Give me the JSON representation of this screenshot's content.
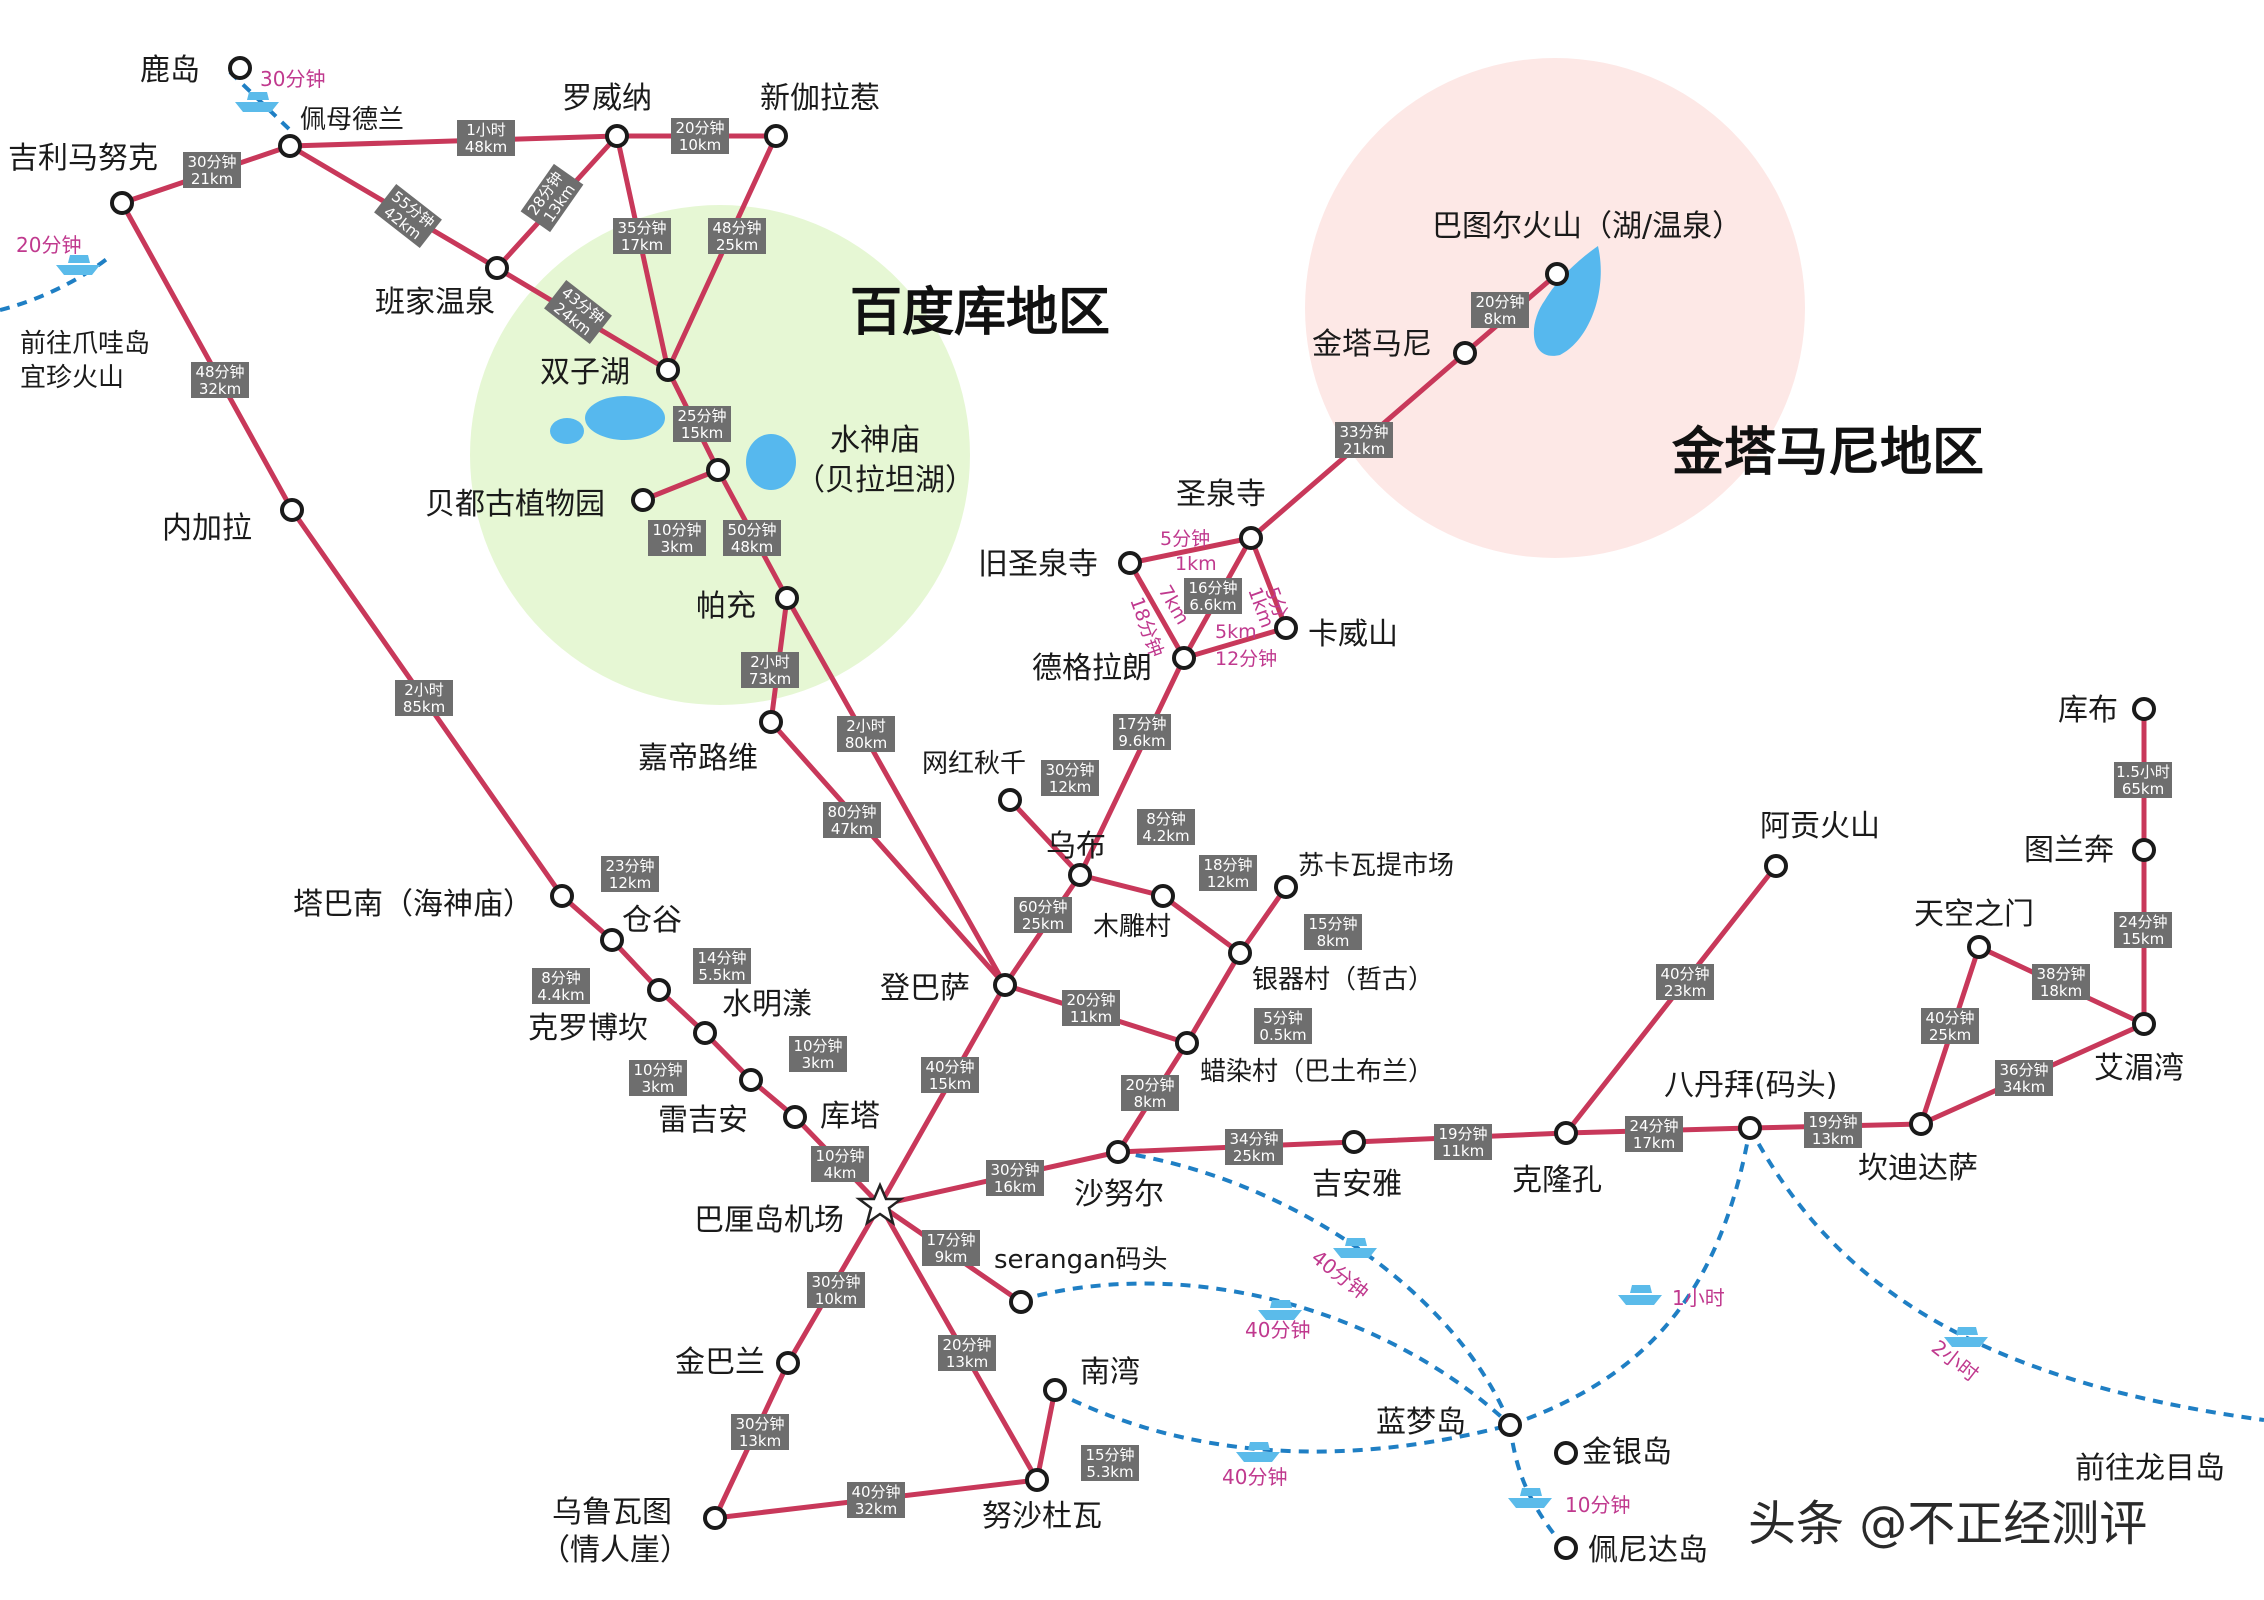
{
  "regions": {
    "baidoku": "百度库地区",
    "kintamani": "金塔马尼地区"
  },
  "watermark": "头条 @不正经测评",
  "colors": {
    "route": "#c8385a",
    "ferry": "#1f7fc4",
    "region_green": "#e6f7d4",
    "region_pink": "#fde8e6",
    "lake": "#56b8ee",
    "label_bg": "#6e6e6e",
    "pink_text": "#c0398e"
  },
  "stations": {
    "lovina": "罗威纳",
    "singaraja": "新伽拉惹",
    "pemuteran": "佩母德兰",
    "menjangan": "鹿岛",
    "gilimanuk": "吉利马努克",
    "banjar": "班家温泉",
    "twinlakes": "双子湖",
    "ulundanu_1": "水神庙",
    "ulundanu_2": "（贝拉坦湖）",
    "bedugul": "贝都古植物园",
    "pacung": "帕充",
    "negara": "内加拉",
    "jatiluwih": "嘉帝路维",
    "tanahlot": "塔巴南（海神庙）",
    "canggu": "仓谷",
    "kerobokan": "克罗博坎",
    "seminyak": "水明漾",
    "legian": "雷吉安",
    "kuta": "库塔",
    "airport": "巴厘岛机场",
    "denpasar": "登巴萨",
    "ubud": "乌布",
    "wanghong": "网红秋千",
    "sukawati": "苏卡瓦提市场",
    "mas": "木雕村",
    "celuk": "银器村（哲古）",
    "batubulan": "蜡染村（巴土布兰）",
    "sanur": "沙努尔",
    "gianyar": "吉安雅",
    "klungkung": "克隆孔",
    "padangbai": "八丹拜(码头)",
    "agung": "阿贡火山",
    "candidasa": "坎迪达萨",
    "heavengate": "天空之门",
    "amed": "艾湄湾",
    "tulamben": "图兰奔",
    "kubu": "库布",
    "tirta": "圣泉寺",
    "oldtirta": "旧圣泉寺",
    "tegallalang": "德格拉朗",
    "kawi": "卡威山",
    "kintamani": "金塔马尼",
    "batur": "巴图尔火山（湖/温泉）",
    "serangan": "serangan码头",
    "jimbaran": "金巴兰",
    "uluwatu_1": "乌鲁瓦图",
    "uluwatu_2": "（情人崖）",
    "nusadua": "努沙杜瓦",
    "benoa": "南湾",
    "lembongan": "蓝梦岛",
    "ceningan": "金银岛",
    "penida": "佩尼达岛",
    "java_1": "前往爪哇岛",
    "java_2": "宜珍火山",
    "lombok": "前往龙目岛"
  },
  "route_labels": [
    [
      "30分钟",
      "21km"
    ],
    [
      "1小时",
      "48km"
    ],
    [
      "20分钟",
      "10km"
    ],
    [
      "55分钟",
      "42km"
    ],
    [
      "28分钟",
      "13km"
    ],
    [
      "35分钟",
      "17km"
    ],
    [
      "48分钟",
      "25km"
    ],
    [
      "43分钟",
      "24km"
    ],
    [
      "48分钟",
      "32km"
    ],
    [
      "25分钟",
      "15km"
    ],
    [
      "10分钟",
      "3km"
    ],
    [
      "50分钟",
      "48km"
    ],
    [
      "2小时",
      "73km"
    ],
    [
      "2小时",
      "80km"
    ],
    [
      "80分钟",
      "47km"
    ],
    [
      "2小时",
      "85km"
    ],
    [
      "23分钟",
      "12km"
    ],
    [
      "8分钟",
      "4.4km"
    ],
    [
      "14分钟",
      "5.5km"
    ],
    [
      "10分钟",
      "3km"
    ],
    [
      "10分钟",
      "3km"
    ],
    [
      "10分钟",
      "4km"
    ],
    [
      "60分钟",
      "25km"
    ],
    [
      "30分钟",
      "12km"
    ],
    [
      "8分钟",
      "4.2km"
    ],
    [
      "18分钟",
      "12km"
    ],
    [
      "15分钟",
      "8km"
    ],
    [
      "5分钟",
      "0.5km"
    ],
    [
      "20分钟",
      "11km"
    ],
    [
      "20分钟",
      "8km"
    ],
    [
      "40分钟",
      "15km"
    ],
    [
      "30分钟",
      "16km"
    ],
    [
      "34分钟",
      "25km"
    ],
    [
      "19分钟",
      "11km"
    ],
    [
      "24分钟",
      "17km"
    ],
    [
      "19分钟",
      "13km"
    ],
    [
      "40分钟",
      "23km"
    ],
    [
      "40分钟",
      "25km"
    ],
    [
      "38分钟",
      "18km"
    ],
    [
      "36分钟",
      "34km"
    ],
    [
      "24分钟",
      "15km"
    ],
    [
      "1.5小时",
      "65km"
    ],
    [
      "17分钟",
      "9.6km"
    ],
    [
      "16分钟",
      "6.6km"
    ],
    [
      "33分钟",
      "21km"
    ],
    [
      "20分钟",
      "8km"
    ],
    [
      "17分钟",
      "9km"
    ],
    [
      "30分钟",
      "10km"
    ],
    [
      "20分钟",
      "13km"
    ],
    [
      "30分钟",
      "13km"
    ],
    [
      "40分钟",
      "32km"
    ],
    [
      "15分钟",
      "5.3km"
    ]
  ],
  "small_labels": [
    "5分钟",
    "1km",
    "5分钟",
    "1km",
    "18分钟",
    "7km",
    "5km",
    "12分钟"
  ],
  "ferry_labels": {
    "menjangan": "30分钟",
    "java": "20分钟",
    "sanur_lembongan": "40分钟",
    "serangan_lembongan": "40分钟",
    "benoa_lembongan": "40分钟",
    "padangbai_lembongan": "1小时",
    "padangbai_lombok": "2小时",
    "lembongan_penida": "10分钟"
  }
}
